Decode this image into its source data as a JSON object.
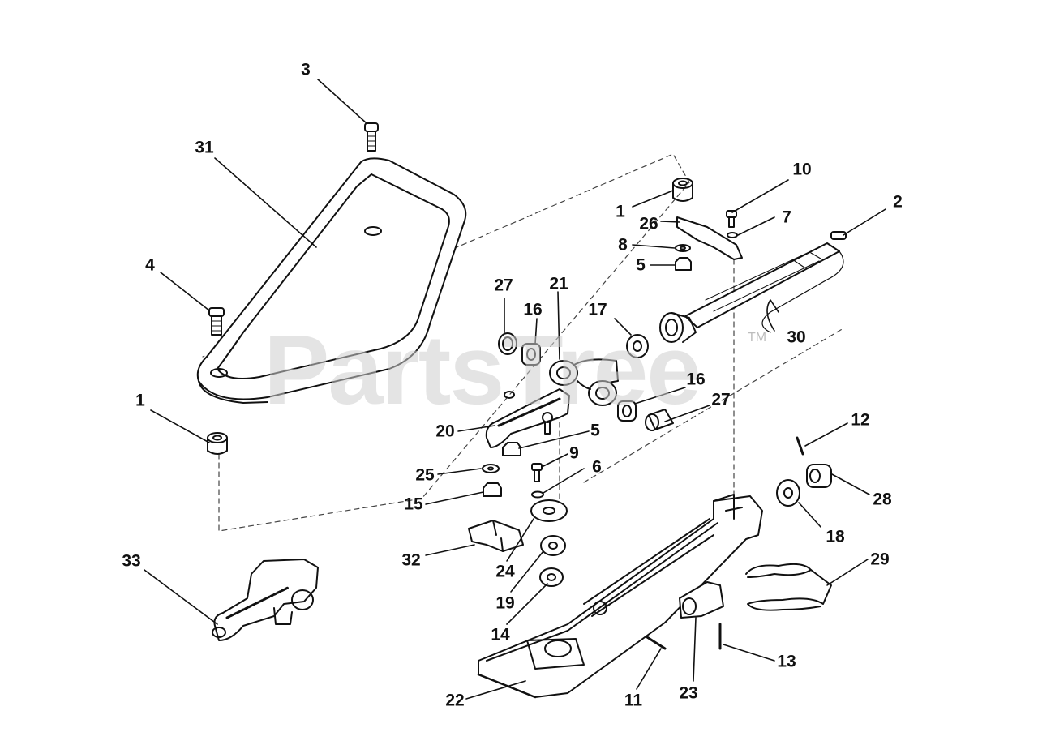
{
  "watermark": {
    "text": "PartsTree",
    "tm": "TM"
  },
  "callouts": [
    "3",
    "31",
    "4",
    "1",
    "10",
    "2",
    "7",
    "1",
    "26",
    "8",
    "5",
    "27",
    "21",
    "16",
    "17",
    "30",
    "16",
    "27",
    "20",
    "5",
    "9",
    "6",
    "25",
    "15",
    "12",
    "28",
    "18",
    "32",
    "24",
    "19",
    "14",
    "29",
    "33",
    "13",
    "23",
    "11",
    "22"
  ],
  "colors": {
    "line": "#111111",
    "watermark": "#cfcfcf",
    "background": "#ffffff"
  }
}
